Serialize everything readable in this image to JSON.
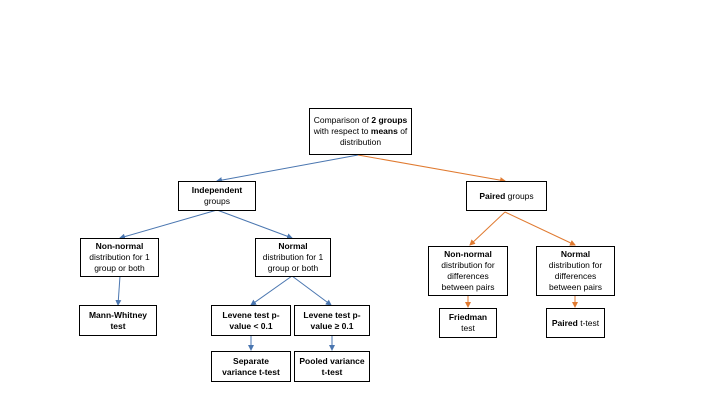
{
  "colors": {
    "blue": "#4a76b0",
    "orange": "#e07a30"
  },
  "nodes": {
    "root": {
      "a": "Comparison of ",
      "b": "2 groups",
      "c": " with respect to ",
      "d": "means",
      "e": " of distribution"
    },
    "independent": {
      "bold": "Independent",
      "rest": " groups"
    },
    "paired": {
      "bold": "Paired",
      "rest": " groups"
    },
    "nonnormal_ind": {
      "bold": "Non-normal",
      "rest": " distribution for 1 group or both"
    },
    "normal_ind": {
      "bold": "Normal",
      "rest": " distribution for 1 group or both"
    },
    "mann_whitney": {
      "bold": "Mann-Whitney test",
      "rest": ""
    },
    "levene_lt": {
      "bold": "Levene test p-value < 0.1",
      "rest": ""
    },
    "levene_ge": {
      "bold": "Levene test p-value ≥ 0.1",
      "rest": ""
    },
    "separate": {
      "bold": "Separate variance t-test",
      "rest": ""
    },
    "pooled": {
      "bold": "Pooled variance t-test",
      "rest": ""
    },
    "nonnormal_pair": {
      "bold": "Non-normal",
      "rest": " distribution for differences between pairs"
    },
    "normal_pair": {
      "bold": "Normal",
      "rest": " distribution for differences between pairs"
    },
    "friedman": {
      "bold": "Friedman",
      "rest": " test"
    },
    "paired_t": {
      "bold": "Paired",
      "rest": " t-test"
    }
  }
}
